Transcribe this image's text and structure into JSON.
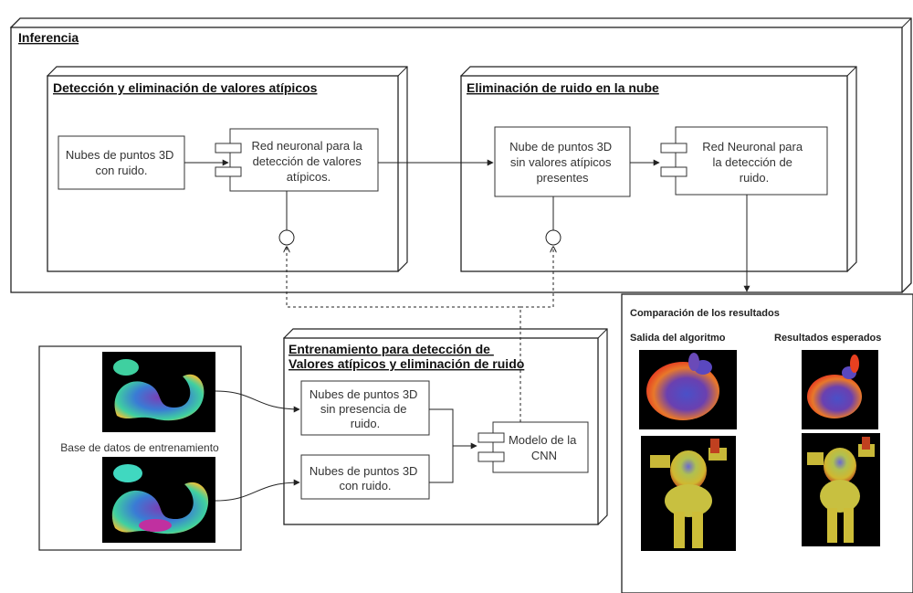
{
  "inferencia": {
    "title": "Inferencia",
    "outlier_module": {
      "title": "Detección y eliminación de valores atípicos",
      "input_box": [
        "Nubes de puntos 3D",
        "con ruido."
      ],
      "nn_box": [
        "Red neuronal para la",
        "detección de valores",
        "atípicos."
      ]
    },
    "denoise_module": {
      "title": "Eliminación de ruido en la nube",
      "input_box": [
        "Nube de puntos 3D",
        "sin valores atípicos",
        "presentes"
      ],
      "nn_box": [
        "Red Neuronal para",
        "la detección de",
        "ruido."
      ]
    }
  },
  "entrenamiento": {
    "title_line1": "Entrenamiento para detección de",
    "title_line2": "Valores atípicos y eliminación de ruido",
    "clean_box": [
      "Nubes de puntos 3D",
      "sin presencia de",
      "ruido."
    ],
    "noisy_box": [
      "Nubes de puntos 3D",
      "con ruido."
    ],
    "cnn_box": [
      "Modelo de la",
      "CNN"
    ]
  },
  "database": {
    "label": "Base de datos de entrenamiento"
  },
  "comparacion": {
    "title": "Comparación de los resultados",
    "left_header": "Salida del algoritmo",
    "right_header": "Resultados esperados"
  },
  "colors": {
    "line": "#222222",
    "image_bg": "#000000",
    "dragon_blue": "#3a7bd5",
    "bunny_warm": "#e8782a",
    "figure_green": "#c9c83a"
  }
}
